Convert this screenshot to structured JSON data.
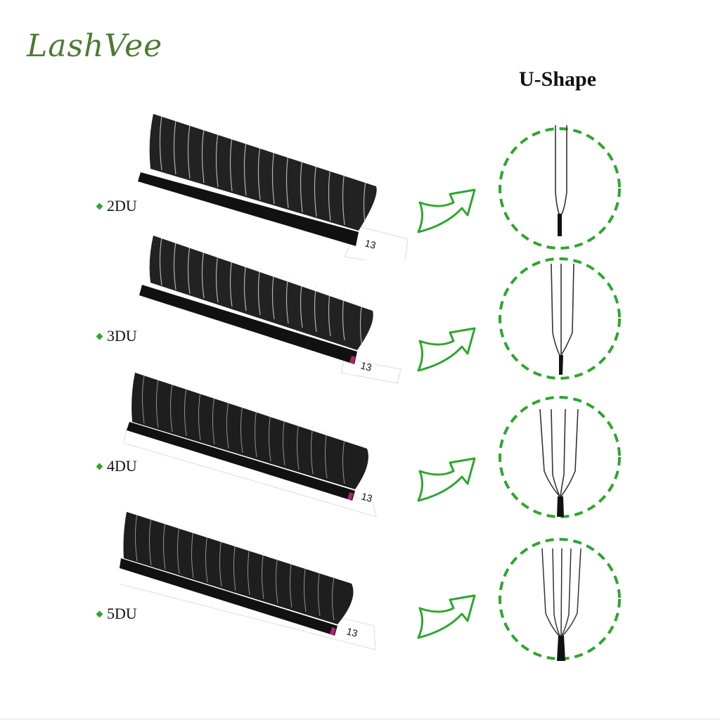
{
  "brand": {
    "logo_text": "LashVee",
    "logo_color": "#4e7a35"
  },
  "heading": {
    "title": "U-Shape"
  },
  "accent_color": "#2ea62e",
  "rows": [
    {
      "label": "2DU",
      "tray_number": "13",
      "fan_count": 2
    },
    {
      "label": "3DU",
      "tray_number": "13",
      "fan_count": 3
    },
    {
      "label": "4DU",
      "tray_number": "13",
      "fan_count": 4
    },
    {
      "label": "5DU",
      "tray_number": "13",
      "fan_count": 5
    }
  ]
}
